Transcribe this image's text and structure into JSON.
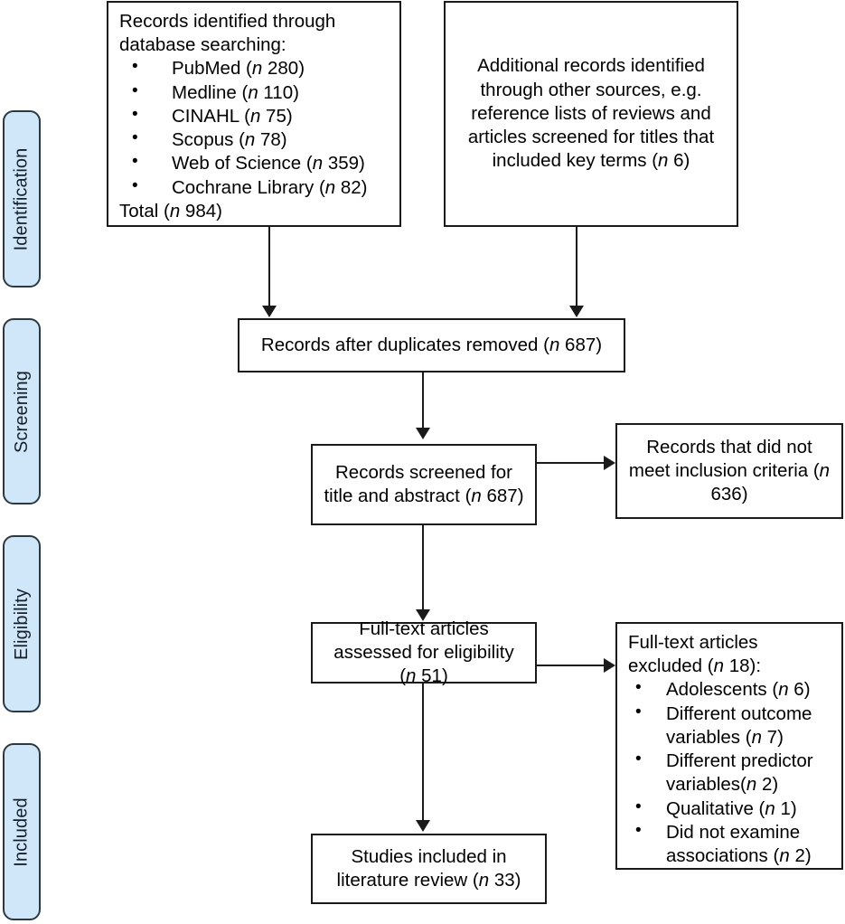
{
  "diagram": {
    "type": "prisma-flow-diagram",
    "phases": [
      {
        "id": "identification",
        "label": "Identification"
      },
      {
        "id": "screening",
        "label": "Screening"
      },
      {
        "id": "eligibility",
        "label": "Eligibility"
      },
      {
        "id": "included",
        "label": "Included"
      }
    ],
    "boxes": {
      "database_search": {
        "heading": "Records identified through database searching:",
        "sources": [
          {
            "name": "PubMed",
            "n_label": "(",
            "n": "n",
            "count": "280)"
          },
          {
            "name": "Medline",
            "count": "110)"
          },
          {
            "name": "CINAHL",
            "count": "75)"
          },
          {
            "name": "Scopus",
            "count": "78)"
          },
          {
            "name": "Web of Science",
            "count": "359)"
          },
          {
            "name": "Cochrane Library",
            "count": "82)"
          }
        ],
        "items": [
          "PubMed (n 280)",
          "Medline (n 110)",
          "CINAHL (n 75)",
          "Scopus (n 78)",
          "Web of Science (n 359)",
          "Cochrane Library (n 82)"
        ],
        "items_pre": [
          "PubMed (",
          "Medline (",
          "CINAHL (",
          "Scopus (",
          "Web of Science (",
          "Cochrane Library ("
        ],
        "items_n": [
          "n",
          "n",
          "n",
          "n",
          "n",
          "n"
        ],
        "items_post": [
          " 280)",
          " 110)",
          " 75)",
          " 78)",
          " 359)",
          " 82)"
        ],
        "total_pre": "Total (",
        "total_n": "n",
        "total_post": " 984)",
        "total": "Total (n 984)"
      },
      "additional_records": {
        "text_pre": "Additional records identified through other sources, e.g. reference lists of reviews and articles screened for titles that included key terms (",
        "text_n": "n",
        "text_post": " 6)",
        "full_text": "Additional records identified through other sources, e.g. reference lists of reviews and articles screened for titles that included key terms (n 6)"
      },
      "duplicates_removed": {
        "text_pre": "Records after duplicates removed (",
        "text_n": "n",
        "text_post": " 687)",
        "full_text": "Records after duplicates removed (n 687)"
      },
      "records_screened": {
        "text_pre": "Records screened for title and abstract (",
        "text_n": "n",
        "text_post": " 687)",
        "full_text": "Records screened for title and abstract (n 687)"
      },
      "records_excluded": {
        "text_pre": "Records that did not meet inclusion criteria (",
        "text_n": "n",
        "text_post": " 636)",
        "full_text": "Records that did not meet inclusion criteria (n 636)"
      },
      "fulltext_assessed": {
        "text_pre": "Full-text articles assessed for eligibility (",
        "text_n": "n",
        "text_post": " 51)",
        "full_text": "Full-text articles assessed for eligibility (n 51)"
      },
      "fulltext_excluded": {
        "heading_pre": "Full-text articles excluded (",
        "heading_n": "n",
        "heading_post": " 18):",
        "heading": "Full-text articles excluded (n 18):",
        "reasons_pre": [
          "Adolescents (",
          "Different outcome variables (",
          "Different predictor variables(",
          "Qualitative (",
          "Did not examine associations ("
        ],
        "reasons_n": [
          "n",
          "n",
          "n",
          "n",
          "n"
        ],
        "reasons_post": [
          " 6)",
          " 7)",
          " 2)",
          " 1)",
          " 2)"
        ],
        "reasons": [
          "Adolescents (n 6)",
          "Different outcome variables (n 7)",
          "Different predictor variables(n 2)",
          "Qualitative (n 1)",
          "Did not examine associations (n 2)"
        ]
      },
      "studies_included": {
        "text_pre": "Studies included in literature review (",
        "text_n": "n",
        "text_post": " 33)",
        "full_text": "Studies included in literature review (n 33)"
      }
    },
    "colors": {
      "phase_fill": "#cfe7f8",
      "phase_border": "#2b3a42",
      "box_border": "#1a1a1a",
      "box_fill": "#ffffff",
      "text": "#000000"
    }
  }
}
